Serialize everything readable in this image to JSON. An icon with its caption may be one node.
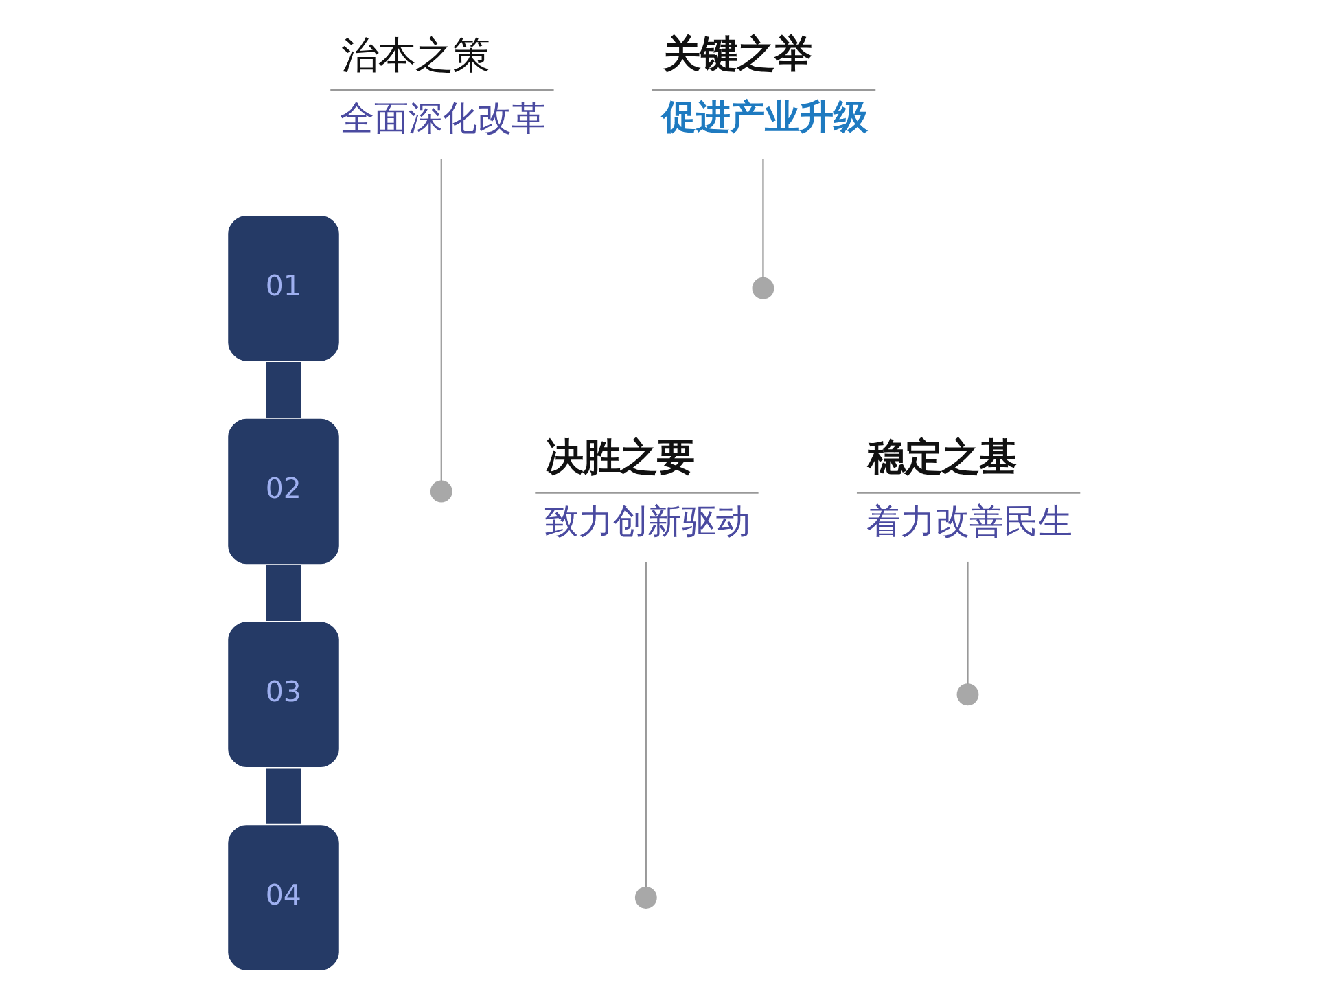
{
  "diagram": {
    "nodes": [
      {
        "text": [
          "01"
        ]
      },
      {
        "text": [
          "02"
        ]
      },
      {
        "text": [
          "03"
        ]
      },
      {
        "text": [
          "04"
        ]
      },
      {
        "text": [
          "治本之策",
          "全面深化改革"
        ]
      },
      {
        "text": [
          "关键之举",
          "促进产业升级"
        ]
      },
      {
        "text": [
          "决胜之要",
          "致力创新驱动"
        ]
      },
      {
        "text": [
          "稳定之基",
          "着力改善民生"
        ]
      },
      {
        "text": [],
        "shape": "circle"
      },
      {
        "text": [],
        "shape": "circle"
      },
      {
        "text": [],
        "shape": "circle"
      },
      {
        "text": [],
        "shape": "circle"
      }
    ],
    "edges": [
      {
        "from": 0,
        "to": 1,
        "arrow": "none",
        "style": "thick",
        "color": "#253a66"
      },
      {
        "from": 1,
        "to": 2,
        "arrow": "none",
        "style": "thick",
        "color": "#253a66"
      },
      {
        "from": 2,
        "to": 3,
        "arrow": "none",
        "style": "thick",
        "color": "#253a66"
      },
      {
        "from": 4,
        "to": 9,
        "arrow": "none"
      },
      {
        "from": 5,
        "to": 8,
        "arrow": "none"
      },
      {
        "from": 6,
        "to": 11,
        "arrow": "none"
      },
      {
        "from": 7,
        "to": 10,
        "arrow": "none"
      }
    ]
  }
}
